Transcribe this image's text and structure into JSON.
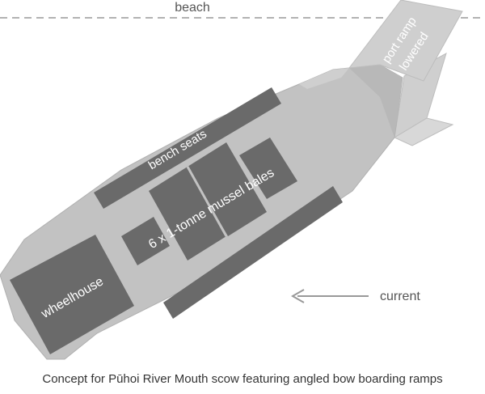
{
  "labels": {
    "beach": "beach",
    "port_ramp_line1": "port ramp",
    "port_ramp_line2": "lowered",
    "bench_seats": "bench seats",
    "mussel_bales": "6 x 1-tonne mussel bales",
    "wheelhouse": "wheelhouse",
    "current": "current"
  },
  "caption": "Concept for Pūhoi River Mouth scow featuring angled bow boarding ramps",
  "colors": {
    "hull": "#c2c2c2",
    "hull_edge": "#b0b0b0",
    "deck_items": "#6a6a6a",
    "ramp": "#cfcfcf",
    "ramp_shade": "#bcbcbc",
    "beach_line": "#999999",
    "arrow": "#999999",
    "text_dark": "#555555",
    "text_light": "#ffffff"
  }
}
